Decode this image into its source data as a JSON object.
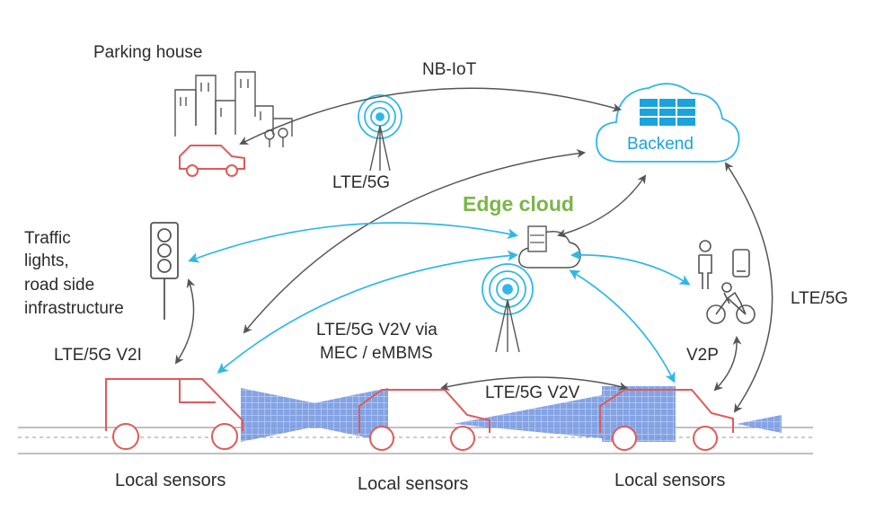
{
  "labels": {
    "parking_house": "Parking house",
    "nb_iot": "NB-IoT",
    "lte_top": "LTE/5G",
    "edge_cloud": "Edge cloud",
    "backend": "Backend",
    "traffic_1": "Traffic",
    "traffic_2": "lights,",
    "traffic_3": "road side",
    "traffic_4": "infrastructure",
    "lte_right": "LTE/5G",
    "v2i": "LTE/5G V2I",
    "v2v_mec_1": "LTE/5G V2V via",
    "v2v_mec_2": "MEC / eMBMS",
    "v2p": "V2P",
    "v2v": "LTE/5G V2V",
    "sensors_1": "Local sensors",
    "sensors_2": "Local sensors",
    "sensors_3": "Local sensors"
  },
  "colors": {
    "vehicle": "#e05a5a",
    "cyan_link": "#2fb8e6",
    "gray_link": "#555555",
    "sensor_cone": "#5b7fd8",
    "edge_text": "#7ab648",
    "backend_text": "#1aa3dc"
  }
}
